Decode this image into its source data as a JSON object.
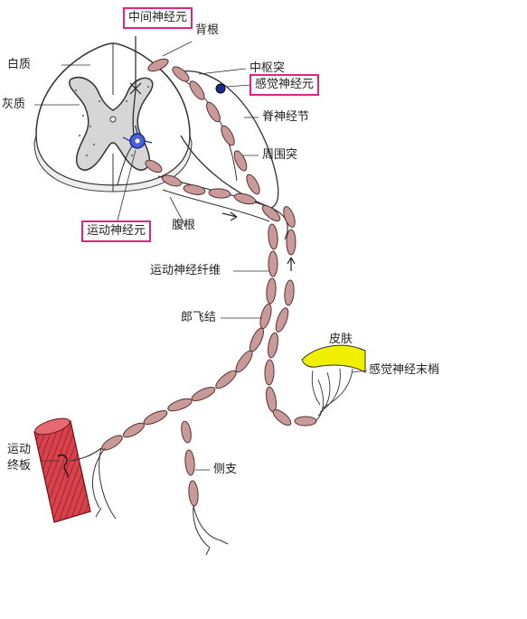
{
  "labels": {
    "interneuron": "中间神经元",
    "dorsal_root": "背根",
    "white_matter": "白质",
    "central_process": "中枢突",
    "sensory_neuron": "感觉神经元",
    "gray_matter": "灰质",
    "spinal_ganglion": "脊神经节",
    "peripheral_process": "周围突",
    "motor_neuron": "运动神经元",
    "ventral_root": "腹根",
    "motor_fiber": "运动神经纤维",
    "node_of_ranvier": "郎飞结",
    "skin": "皮肤",
    "sensory_ending": "感觉神经末梢",
    "motor_endplate_1": "运动",
    "motor_endplate_2": "终板",
    "collateral": "侧支"
  },
  "colors": {
    "highlight_box": "#e0257f",
    "myelin": "#c99a9a",
    "gray_matter": "#d6d6d6",
    "muscle": "#d8424c",
    "skin": "#f0ef00",
    "neuron_body": "#4a5fd8"
  }
}
